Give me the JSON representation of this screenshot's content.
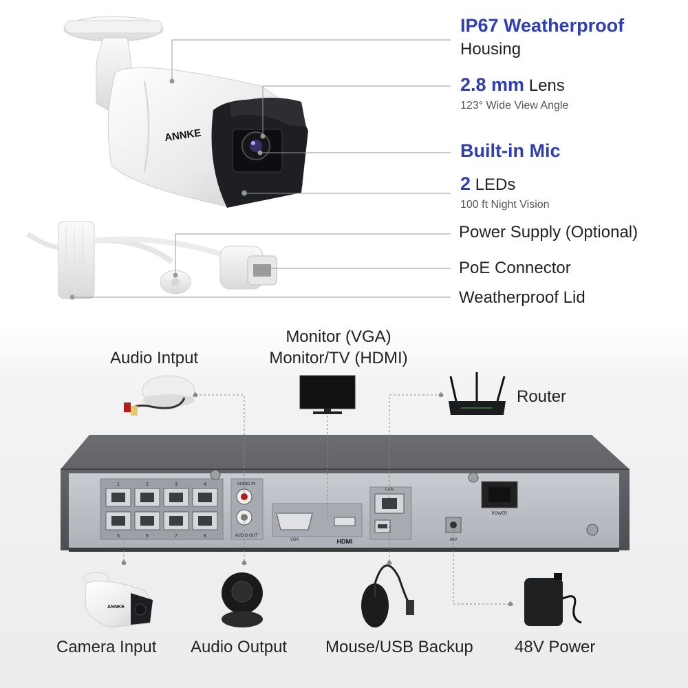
{
  "camera_specs": {
    "housing": {
      "highlight": "IP67 Weatherproof",
      "rest": "Housing"
    },
    "lens": {
      "highlight": "2.8 mm",
      "rest": " Lens",
      "sub": "123° Wide View Angle"
    },
    "mic": {
      "highlight": "Built-in Mic"
    },
    "leds": {
      "highlight": "2",
      "rest": " LEDs",
      "sub": "100 ft Night Vision"
    },
    "power_supply": "Power Supply (Optional)",
    "poe": "PoE Connector",
    "lid": "Weatherproof Lid",
    "brand": "ANNKE"
  },
  "nvr_connections": {
    "audio_input": "Audio Intput",
    "monitor_vga": "Monitor (VGA)",
    "monitor_hdmi": "Monitor/TV (HDMI)",
    "router": "Router",
    "camera_input": "Camera Input",
    "audio_output": "Audio Output",
    "mouse_usb": "Mouse/USB Backup",
    "power_48v": "48V Power"
  },
  "nvr_panel": {
    "ports": [
      "1",
      "2",
      "3",
      "4",
      "5",
      "6",
      "7",
      "8"
    ],
    "audio_in": "AUDIO IN",
    "audio_out": "AUDIO OUT",
    "vga": "VGA",
    "hdmi": "HDMI",
    "lan": "LAN",
    "dc": "48V",
    "power": "POWER"
  },
  "colors": {
    "accent": "#2f3fb3",
    "nvr_body": "#5b5d61",
    "panel": "#b9bcc2",
    "leader": "#888888"
  }
}
